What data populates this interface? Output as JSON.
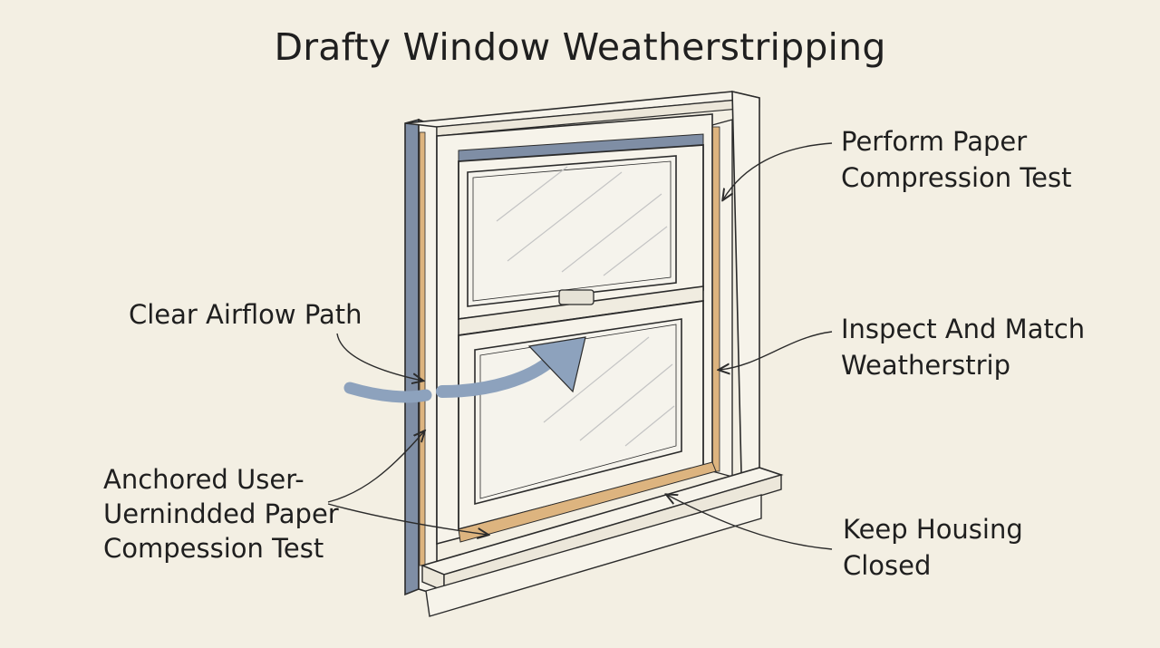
{
  "title": "Drafty Window Weatherstripping",
  "labels": {
    "perform": [
      "Perform Paper",
      "Compression Test"
    ],
    "clear": [
      "Clear Airflow Path"
    ],
    "inspect": [
      "Inspect And Match",
      "Weatherstrip"
    ],
    "anchored": [
      "Anchored User-",
      "Uernindded Paper",
      "Compession  Test"
    ],
    "keep": [
      "Keep Housing",
      "Closed"
    ]
  },
  "colors": {
    "background": "#f3efe3",
    "frame": "#f6f3ea",
    "outline": "#2b2b2b",
    "seal_blue": "#7f8ea5",
    "weatherstrip": "#ddb47f",
    "airflow": "#8da2bd",
    "glass": "#f5f3ec"
  }
}
